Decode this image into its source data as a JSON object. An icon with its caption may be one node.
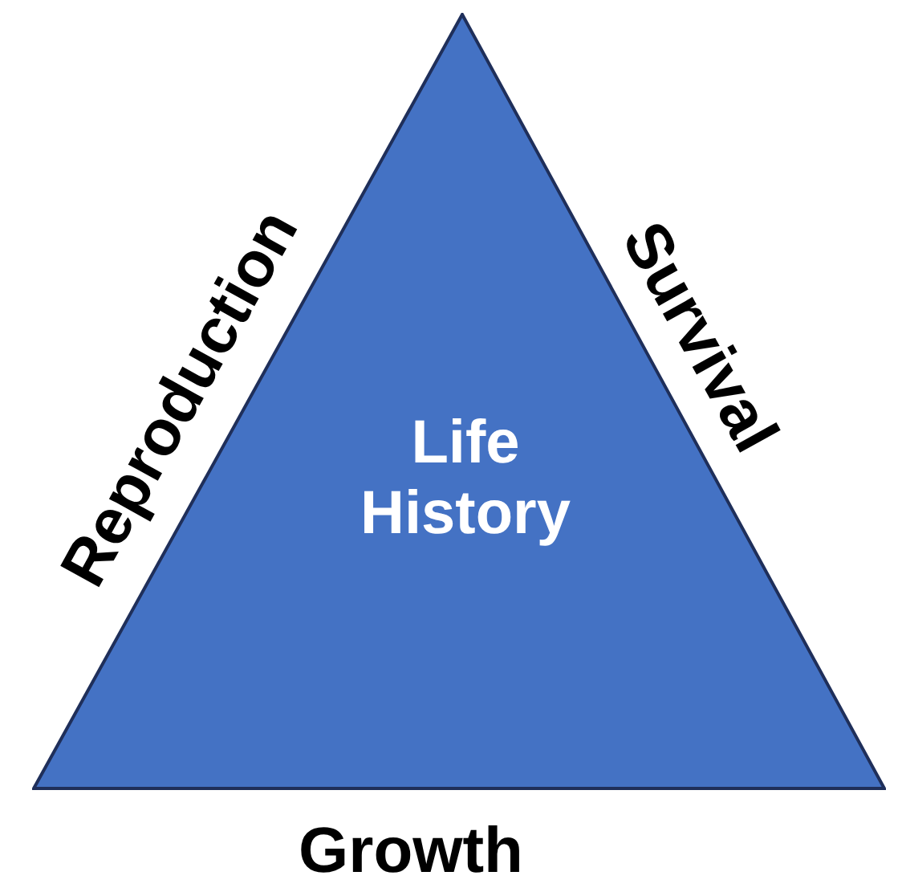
{
  "diagram": {
    "nodes": [
      {
        "text": [
          "Life History"
        ]
      }
    ],
    "labels": [
      "Reproduction",
      "Survival",
      "Growth"
    ]
  }
}
